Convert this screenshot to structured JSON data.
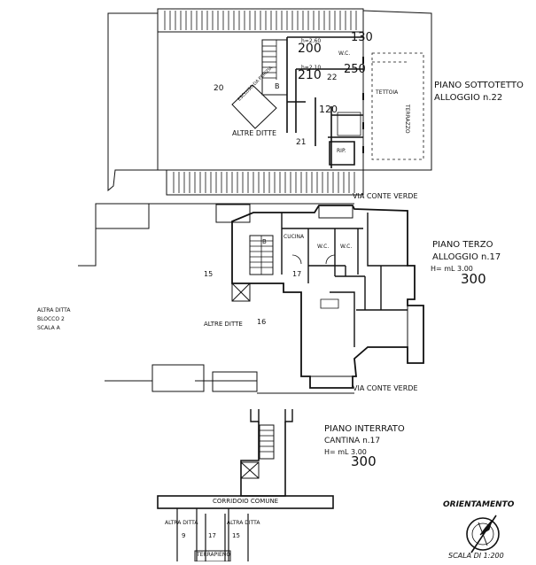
{
  "floors": {
    "sottotetto": {
      "title": "PIANO SOTTOTETTO",
      "unit": "ALLOGGIO n.22",
      "other_units": "ALTRE DITTE",
      "room_20": "20",
      "room_21": "21",
      "room_22": "22",
      "stair_b": "B",
      "tettoia": "TETTOIA",
      "terrazzo": "TERRAZZO",
      "rip": "RIP.",
      "wc": "W.C.",
      "h_top": "h=2.60",
      "h_mid": "h=2.10",
      "dim_200": "200",
      "dim_210": "210",
      "dim_130": "130",
      "dim_250": "250",
      "dim_120": "120",
      "diag_note": "ESCLUSO DA PERIZIA"
    },
    "terzo": {
      "title": "PIANO TERZO",
      "unit": "ALLOGGIO n.17",
      "height": "H= mL 3.00",
      "height_big": "300",
      "other_units": "ALTRE DITTE",
      "room_15": "15",
      "room_16": "16",
      "room_17": "17",
      "kitchen": "CUCINA",
      "wc1": "W.C.",
      "wc2": "W.C.",
      "stair_b": "B",
      "street_top": "VIA CONTE VERDE",
      "street_bottom": "VIA CONTE VERDE"
    },
    "interrato": {
      "title": "PIANO INTERRATO",
      "unit": "CANTINA n.17",
      "height": "H= mL 3.00",
      "height_big": "300",
      "corridor": "CORRIDOIO COMUNE",
      "altra_ditta_1": "ALTRA DITTA",
      "altra_ditta_2": "ALTRA DITTA",
      "cell_9": "9",
      "cell_17": "17",
      "cell_15": "15",
      "terrapieno": "TERRAPIENO"
    }
  },
  "side_note": {
    "line1": "ALTRA DITTA",
    "line2": "BLOCCO 2",
    "line3": "SCALA A"
  },
  "orientation": {
    "title": "ORIENTAMENTO",
    "scale": "SCALA DI 1:200"
  }
}
